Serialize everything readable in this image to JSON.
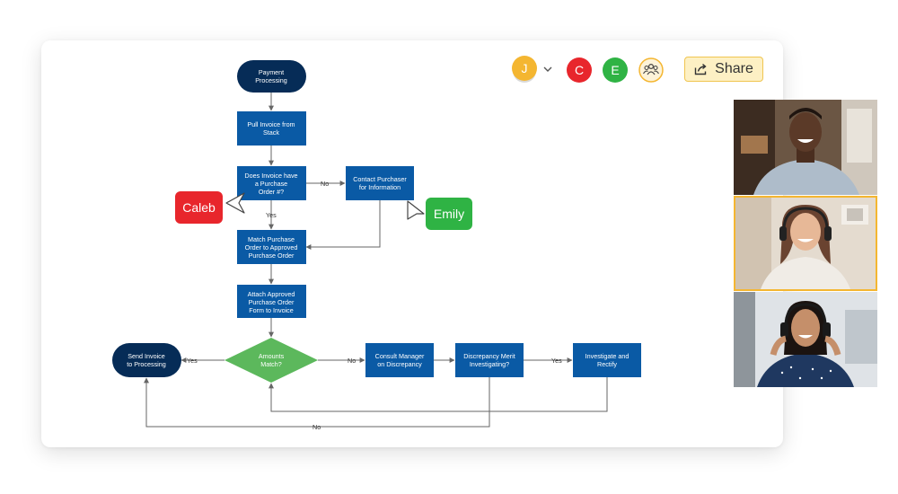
{
  "flowchart": {
    "nodes": {
      "start": [
        "Payment",
        "Processing"
      ],
      "pull_invoice": [
        "Pull  Invoice from",
        "Stack"
      ],
      "does_invoice": [
        "Does Invoice have",
        "a Purchase",
        "Order #?"
      ],
      "contact_purchaser": [
        "Contact Purchaser",
        "for Information"
      ],
      "match_po": [
        "Match  Purchase",
        "Order to Approved",
        "Purchase Order"
      ],
      "attach_po": [
        "Attach Approved",
        "Purchase Order",
        "Form to Invoice"
      ],
      "amounts_match": [
        "Amounts",
        "Match?"
      ],
      "send_invoice": [
        "Send Invoice",
        "to Processing"
      ],
      "consult_manager": [
        "Consult Manager",
        "on Discrepancy"
      ],
      "discrepancy_merit": [
        "Discrepancy Merit",
        "Investigating?"
      ],
      "investigate": [
        "Investigate and",
        "Rectify"
      ]
    },
    "edge_labels": {
      "no_contact": "No",
      "yes_match": "Yes",
      "yes_send": "Yes",
      "no_consult": "No",
      "yes_investigate": "Yes",
      "no_bottom": "No"
    },
    "colors": {
      "process_blue": "#0a5aa5",
      "terminal_navy": "#062c57",
      "decision_green": "#5cb85c",
      "connector_gray": "#666666"
    }
  },
  "collaborators": {
    "avatars": [
      {
        "initial": "J",
        "color": "#f4b631"
      },
      {
        "initial": "C",
        "color": "#e8262c"
      },
      {
        "initial": "E",
        "color": "#2fb344"
      }
    ],
    "more_users_icon": "users-group-icon",
    "chevron_icon": "chevron-down-icon"
  },
  "share_button": {
    "label": "Share",
    "icon": "share-icon"
  },
  "cursors": {
    "caleb": {
      "name": "Caleb",
      "color": "#e8262c"
    },
    "emily": {
      "name": "Emily",
      "color": "#2fb344"
    }
  },
  "video_tiles": [
    {
      "participant": "video-tile-1",
      "active": false
    },
    {
      "participant": "video-tile-2",
      "active": true
    },
    {
      "participant": "video-tile-3",
      "active": false
    }
  ]
}
